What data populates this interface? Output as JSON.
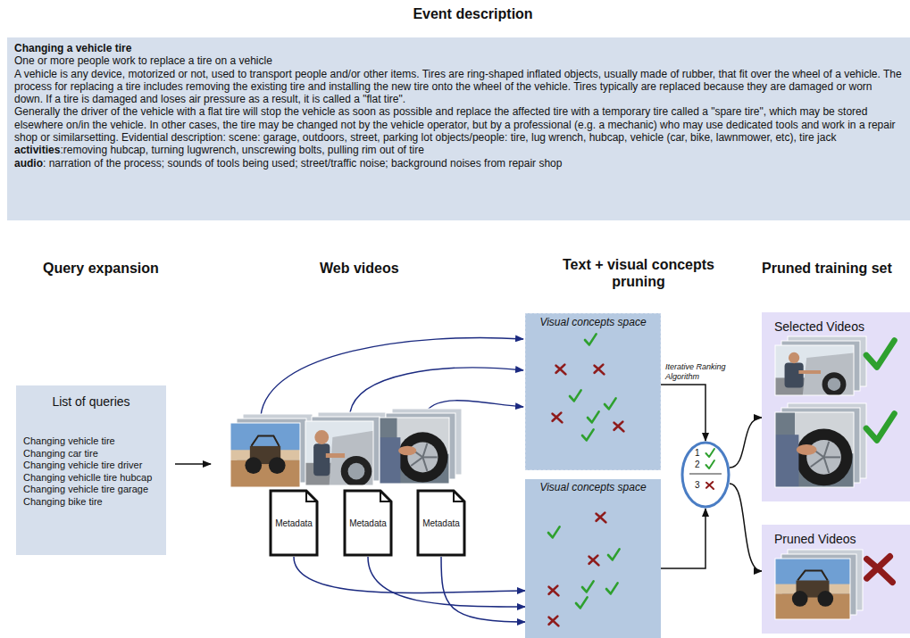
{
  "diagram": {
    "title": "Event description",
    "nodes": [
      {
        "text": [
          "Changing a vehicle tire",
          "One or more people work to replace a tire on a vehicle",
          "A vehicle is any device, motorized or not, used to transport people and/or other items. Tires are ring-shaped inflated objects, usually made of rubber, that fit over the wheel of a vehicle. The process for replacing a tire includes removing the existing tire and installing the new tire onto the wheel of the vehicle. Tires typically are replaced because they are damaged or worn down. If a tire is damaged and loses air pressure as a result, it is called a \"flat tire\".",
          "Generally the driver of the vehicle with a flat tire will stop the vehicle as soon as possible and replace the affected tire with a temporary tire called a \"spare tire\", which may be stored elsewhere on/in the vehicle. In other cases, the tire may be changed not by the vehicle operator, but by a professional (e.g. a mechanic) who may use dedicated tools and work in a repair shop or similarsetting. Evidential description: scene: garage, outdoors, street, parking lot objects/people: tire, lug wrench, hubcap, vehicle (car, bike, lawnmower, etc), tire jack",
          "activities",
          ":removing hubcap, turning lugwrench, unscrewing bolts, pulling rim out of tire",
          "audio",
          ": narration of the process; sounds of tools being used; street/traffic noise; background noises from repair shop"
        ]
      },
      {
        "text": [
          "List of queries",
          "Changing vehicle tire",
          "Changing car tire",
          "Changing vehicle tire driver",
          "Changing vehiclle tire hubcap",
          "Changing vehicle tire garage",
          "Changing bike tire"
        ]
      },
      {
        "text": [
          "Metadata"
        ]
      },
      {
        "text": [
          "Metadata"
        ]
      },
      {
        "text": [
          "Metadata"
        ]
      },
      {
        "text": [
          "Visual concepts space"
        ]
      },
      {
        "text": [
          "Visual concepts space"
        ]
      },
      {
        "text": [
          "1",
          "2",
          "3"
        ]
      },
      {
        "text": [
          "Selected Videos"
        ]
      },
      {
        "text": [
          "Pruned Videos"
        ]
      }
    ],
    "edges": [
      {
        "from": 2,
        "to": 6,
        "arrow": "to"
      },
      {
        "from": 3,
        "to": 6,
        "arrow": "to"
      },
      {
        "from": 4,
        "to": 6,
        "arrow": "to"
      },
      {
        "from": 5,
        "to": 7,
        "arrow": "to",
        "label": "Iterative Ranking Algorithm"
      },
      {
        "from": 6,
        "to": 7,
        "arrow": "to"
      },
      {
        "from": 7,
        "to": 8,
        "arrow": "to"
      },
      {
        "from": 7,
        "to": 9,
        "arrow": "to"
      }
    ],
    "labels": [
      "Query expansion",
      "Web videos",
      "Text + visual concepts pruning",
      "Pruned training set"
    ]
  }
}
